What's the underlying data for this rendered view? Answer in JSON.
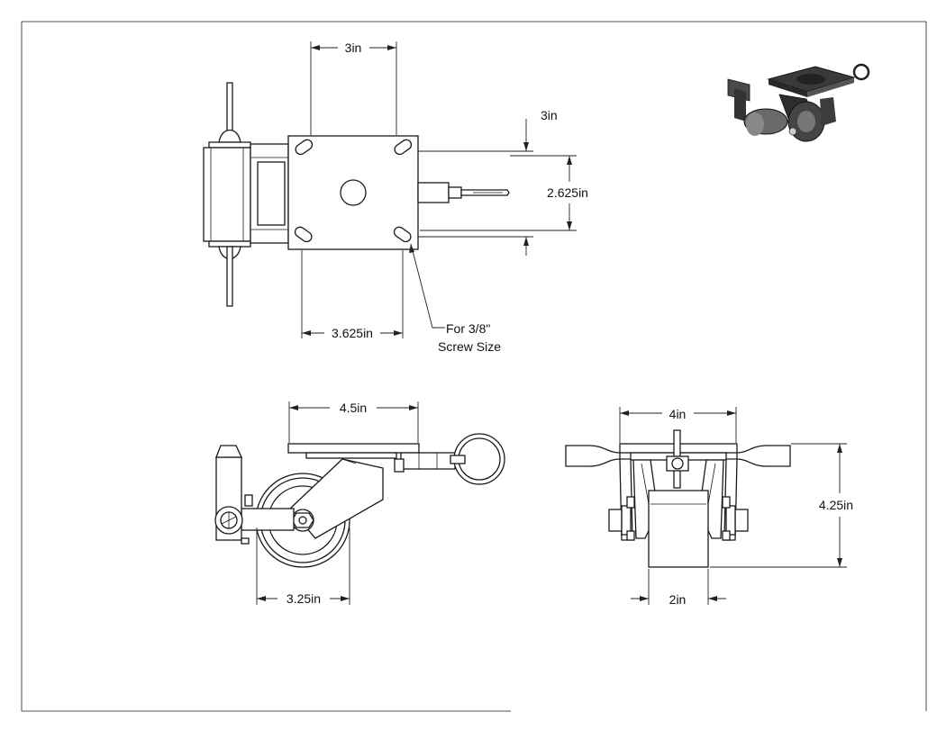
{
  "dimensions": {
    "top_plate_width": "3in",
    "top_offset": "3in",
    "top_hole_spacing": "2.625in",
    "top_hole_distance": "3.625in",
    "side_plate_length": "4.5in",
    "side_wheel_width": "3.25in",
    "front_plate_width": "4in",
    "front_height": "4.25in",
    "front_wheel_width": "2in"
  },
  "notes": {
    "screw_line1": "For 3/8\"",
    "screw_line2": "Screw Size"
  }
}
